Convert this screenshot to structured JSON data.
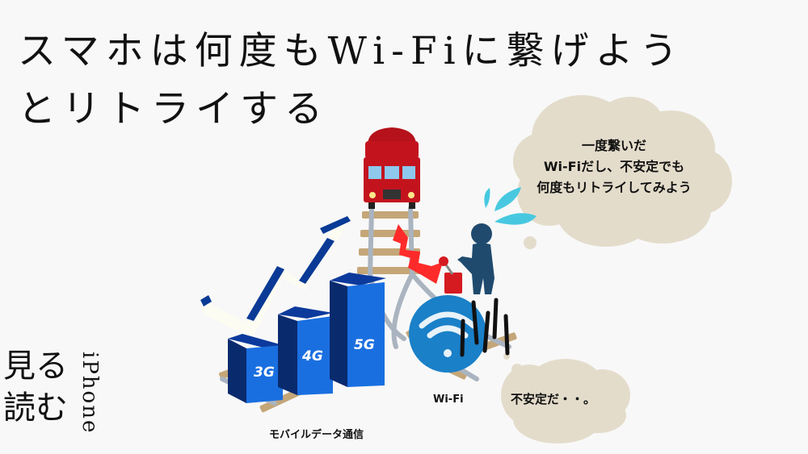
{
  "title": {
    "line1": "スマホは何度もWi-Fiに繋げよう",
    "line2": "とリトライする"
  },
  "logo": {
    "kanji_top": "見る",
    "kanji_bottom": "読む",
    "vertical_text": "iPhone"
  },
  "thought_bubble": {
    "lines": [
      "一度繋いだ",
      "Wi-Fiだし、不安定でも",
      "何度もリトライしてみよう"
    ],
    "color": "#e4dccb"
  },
  "small_bubble": {
    "text": "不安定だ・・。",
    "color": "#e4dccb"
  },
  "labels": {
    "mobile_data": "モバイルデータ通信",
    "wifi": "Wi-Fi"
  },
  "mobile_bars": {
    "items": [
      {
        "label": "3G"
      },
      {
        "label": "4G"
      },
      {
        "label": "5G"
      }
    ],
    "front_color": "#1a6fe0",
    "side_color": "#0a2a6e",
    "top_color": "#0c3a9c"
  },
  "colors": {
    "background": "#f8f8f8",
    "train": "#c3141e",
    "wifi_circle": "#1a80c8",
    "person": "#1f4a6e",
    "arrow": "#ff2a2a",
    "splash": "#48c8e0",
    "track_tie": "#c4a678",
    "rail": "#aab4c0"
  }
}
